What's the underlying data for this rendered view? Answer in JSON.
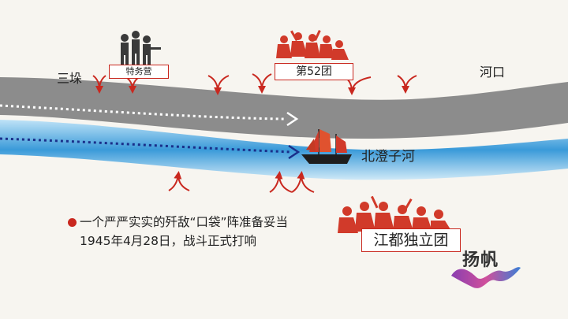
{
  "labels": {
    "sanduo": "三垛",
    "hekou": "河口",
    "river": "北澄子河"
  },
  "units": {
    "special_battalion": "特务营",
    "regiment_52": "第52团",
    "jiangdu_regiment": "江都独立团"
  },
  "caption": {
    "line1": "一个严严实实的歼敌“口袋”阵准备妥当",
    "line2": "1945年4月28日，战斗正式打响"
  },
  "brand": {
    "name": "扬帆"
  },
  "colors": {
    "arrow_red": "#c9281f",
    "road_gray": "#8c8c8c",
    "river_blue": "#3a9ad9",
    "soldier_red": "#d13a2a",
    "soldier_dark": "#3a3a3a"
  }
}
